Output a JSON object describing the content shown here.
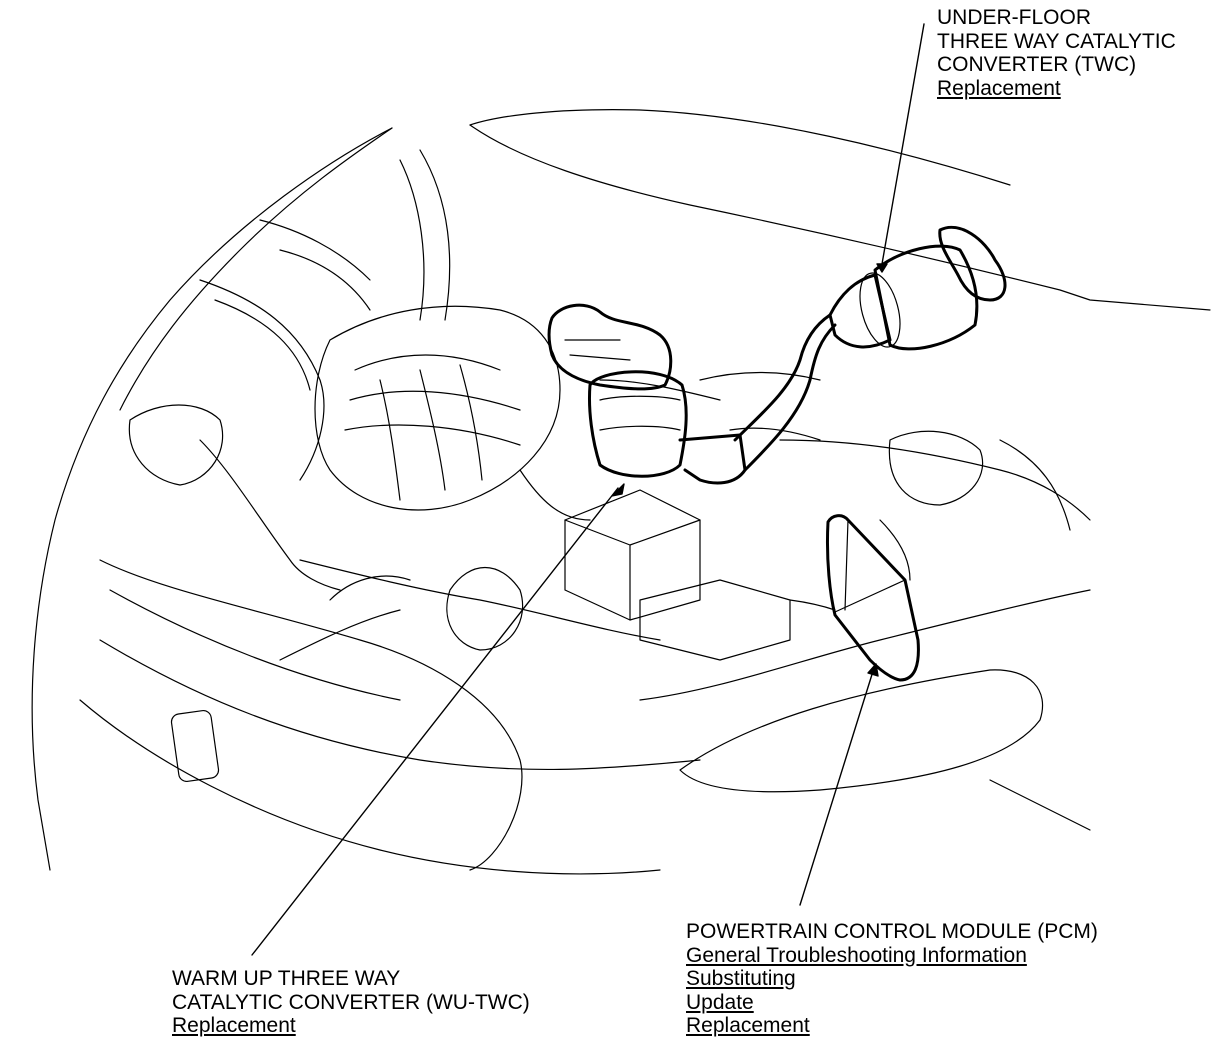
{
  "callouts": {
    "twc": {
      "title_lines": [
        "UNDER-FLOOR",
        "THREE WAY CATALYTIC",
        "CONVERTER (TWC)"
      ],
      "links": [
        "Replacement"
      ]
    },
    "wu_twc": {
      "title_lines": [
        "WARM UP THREE WAY",
        "CATALYTIC CONVERTER (WU-TWC)"
      ],
      "links": [
        "Replacement"
      ]
    },
    "pcm": {
      "title_lines": [
        "POWERTRAIN CONTROL MODULE (PCM)"
      ],
      "links": [
        "General Troubleshooting Information",
        "Substituting",
        "Update",
        "Replacement"
      ]
    }
  }
}
